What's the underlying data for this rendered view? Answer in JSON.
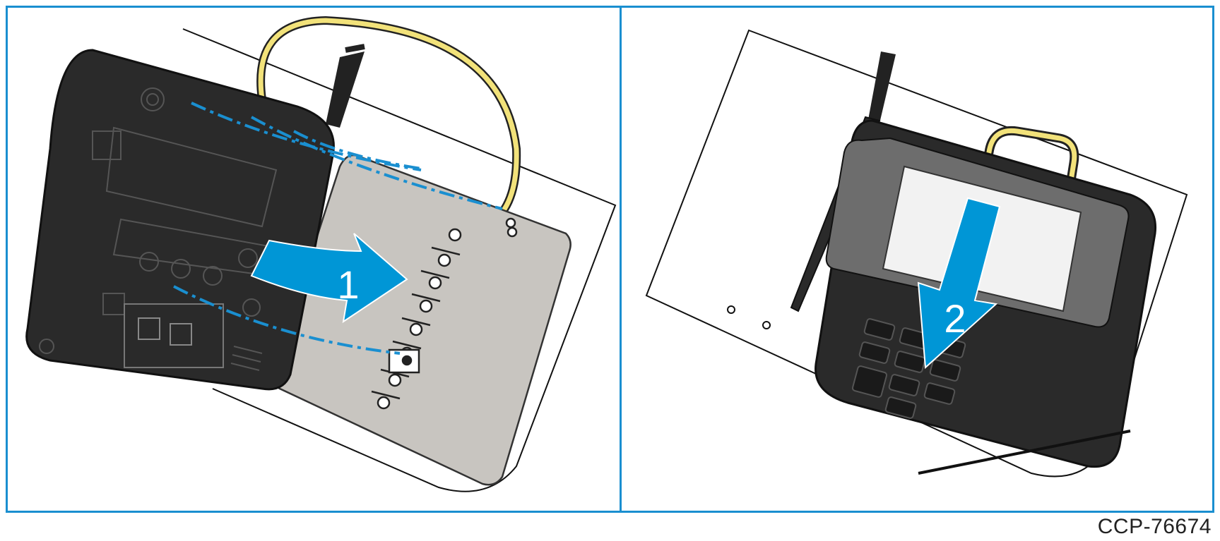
{
  "steps": [
    {
      "number": "1"
    },
    {
      "number": "2"
    }
  ],
  "document_id": "CCP-76674",
  "colors": {
    "border": "#1a8fd0",
    "arrow": "#0096d6",
    "device_body": "#2a2a2a",
    "mount_plate": "#c8c5c0",
    "cable": "#f2e27a",
    "guide_line": "#1a8fd0"
  }
}
